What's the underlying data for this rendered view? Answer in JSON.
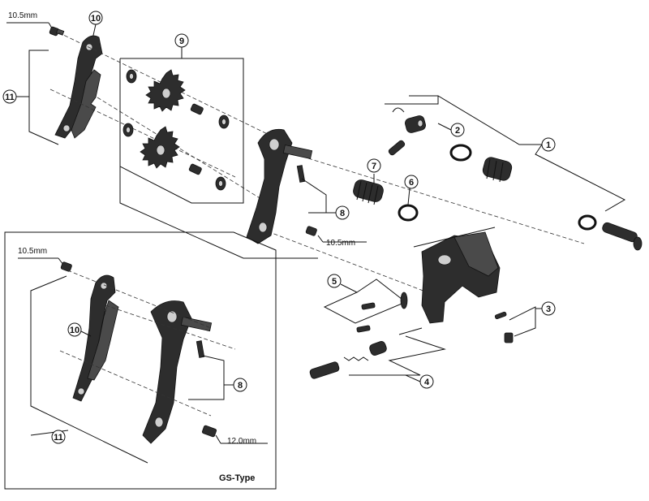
{
  "callouts": {
    "c1": "1",
    "c2": "2",
    "c3": "3",
    "c4": "4",
    "c5": "5",
    "c6": "6",
    "c7": "7",
    "c8": "8",
    "c9": "9",
    "c10": "10",
    "c11": "11",
    "inset_c8": "8",
    "inset_c10": "10",
    "inset_c11": "11"
  },
  "measurements": {
    "top_bolt": "10.5mm",
    "mid_bolt": "10.5mm",
    "inset_top_bolt": "10.5mm",
    "inset_bottom_bolt": "12.0mm"
  },
  "inset": {
    "caption": "GS-Type"
  }
}
